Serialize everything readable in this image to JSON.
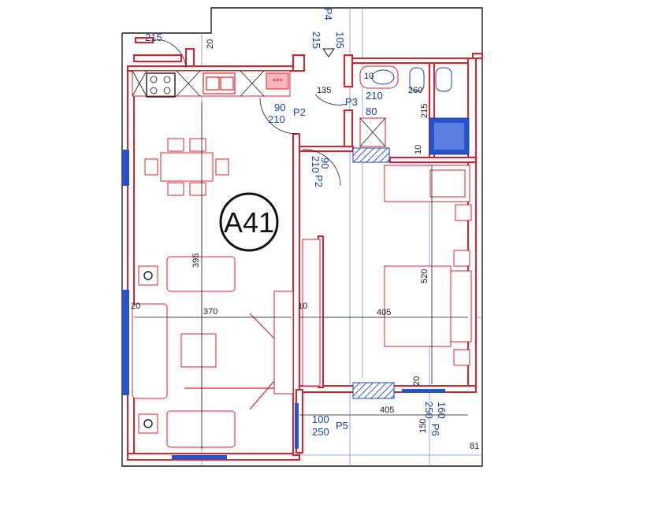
{
  "plan": {
    "unit_label": "A41",
    "colors": {
      "walls": "#e0202a",
      "annotations": "#1a3fb0",
      "linework": "#1a1a1a",
      "windows": "#2a52c8"
    },
    "doors": [
      {
        "code": "P4",
        "width": "105",
        "height": "215"
      },
      {
        "code": "P2",
        "width": "90",
        "height": "210"
      },
      {
        "code": "P2",
        "width": "90",
        "height": "210"
      },
      {
        "code": "P3",
        "width": "80",
        "height": "210"
      },
      {
        "code": "P5",
        "width": "100",
        "height": "250"
      },
      {
        "code": "P6",
        "width": "160",
        "height": "250"
      }
    ],
    "dimensions": {
      "top_left": "215",
      "wall_20_top": "20",
      "corridor_135": "135",
      "bath_10": "10",
      "bath_260": "260",
      "bath_215": "215",
      "bed_10": "10",
      "living_395": "395",
      "bed_520": "520",
      "living_width_370": "370",
      "left_20": "20",
      "mid_10": "10",
      "bed_width_405": "405",
      "lower_20": "20",
      "balcony_405": "405",
      "balcony_150": "150",
      "edge_81": "81"
    }
  }
}
